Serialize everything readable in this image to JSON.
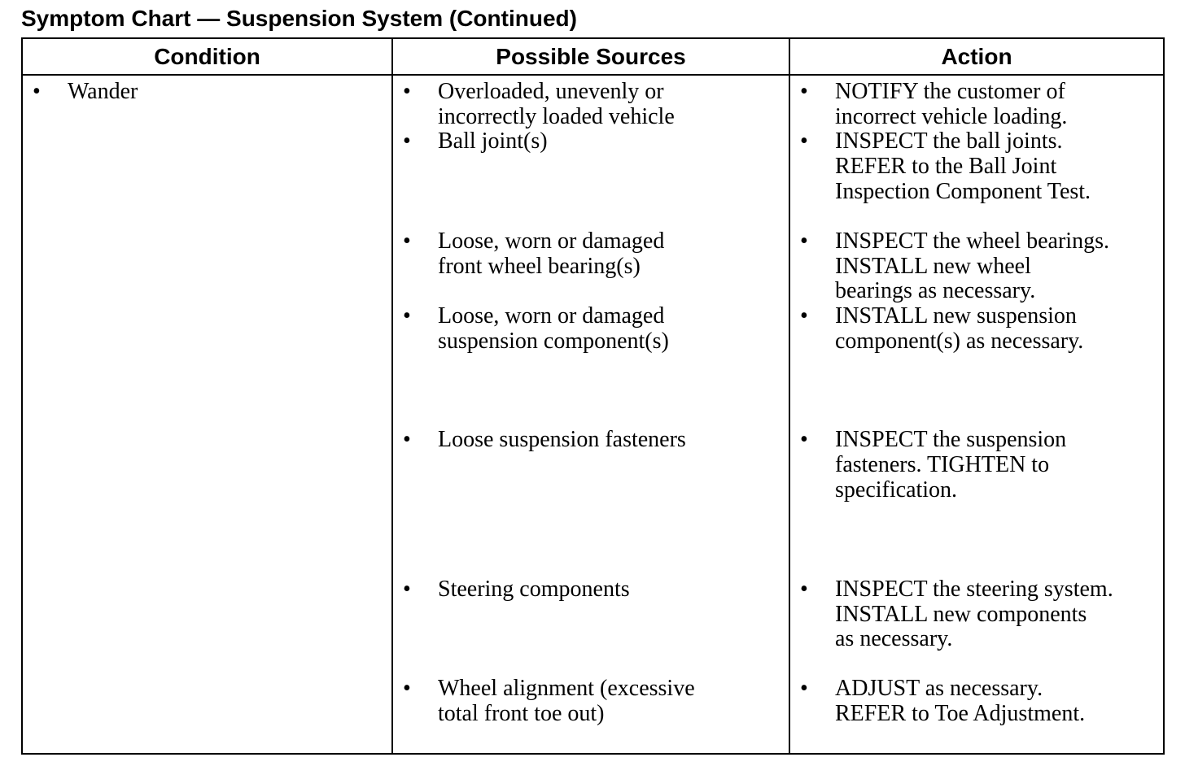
{
  "title": "Symptom Chart — Suspension System (Continued)",
  "columns": [
    "Condition",
    "Possible Sources",
    "Action"
  ],
  "bullet": "•",
  "condition": {
    "text": "Wander"
  },
  "sources": [
    [
      "Overloaded, unevenly or",
      "incorrectly loaded vehicle"
    ],
    [
      "Ball joint(s)"
    ],
    [
      "Loose, worn or damaged",
      "front wheel bearing(s)"
    ],
    [
      "Loose, worn or damaged",
      "suspension component(s)"
    ],
    [
      "Loose suspension fasteners"
    ],
    [
      "Steering components"
    ],
    [
      "Wheel alignment (excessive",
      "total front toe out)"
    ]
  ],
  "actions": [
    [
      "NOTIFY the customer of",
      "incorrect vehicle loading."
    ],
    [
      "INSPECT the ball joints.",
      "REFER to the Ball Joint",
      "Inspection Component Test."
    ],
    [
      "INSPECT the wheel bearings.",
      "INSTALL new wheel",
      "bearings as necessary."
    ],
    [
      "INSTALL new suspension",
      "component(s) as necessary."
    ],
    [
      "INSPECT the suspension",
      "fasteners. TIGHTEN to",
      "specification."
    ],
    [
      "INSPECT the steering system.",
      "INSTALL new components",
      "as necessary."
    ],
    [
      "ADJUST as necessary.",
      "REFER to Toe Adjustment."
    ]
  ]
}
